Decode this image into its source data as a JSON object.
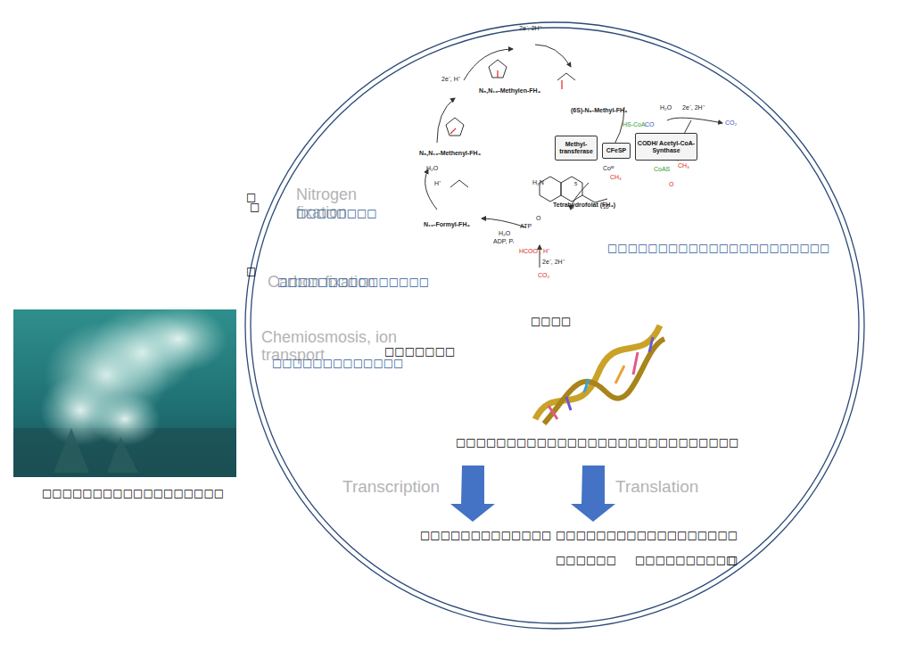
{
  "diagram": {
    "nodes": [
      {
        "text": [
          "Methyl- transferase"
        ]
      },
      {
        "text": [
          "CFeSP"
        ]
      },
      {
        "text": [
          "CODH/ Acetyl-CoA- Synthase"
        ]
      }
    ],
    "labels": [
      "□",
      "□",
      "Nitrogen fixation",
      "□□□□□□□□",
      "□",
      "Carbon fixation",
      "□□□□□□□□□□□□□□□",
      "Chemiosmosis, ion transport",
      "□□□□□□□□□□□□□",
      "□□□□□□□",
      "□□□□□□□□□□□□□□□□□□□□□□",
      "□□□□",
      "□□□□□□□□□□□□□□□□□□□□□□□□□□□□",
      "Transcription",
      "Translation",
      "□□□□□□□□□□□□□",
      "□□□□□□□□□□□□□□□□□□",
      "□□□□□□",
      "□□□□□□□□□□",
      "□",
      "□□□□□□□□□□□□□□□□□□",
      "2e⁻, 2H⁺",
      "2e⁻, H⁺",
      "N₅,N₁₀-Methylen-FH₄",
      "(6S)-N₅-Methyl-FH₄",
      "H₂O",
      "2e⁻, 2H⁺",
      "HS-CoA",
      "CO",
      "CO₂",
      "Coᴵ",
      "N₅,N₁₀-Methenyl-FH₄",
      "H₂O",
      "Coᴵᴵᴵ",
      "CH₃",
      "H⁺",
      "CoAS",
      "CH₃",
      "O",
      "N₁₀-Formyl-FH₄",
      "H₂O",
      "ADP, Pᵢ",
      "ATP",
      "HCOO⁻, H⁺",
      "2e⁻, 2H⁺",
      "CO₂",
      "Tetrahydrofolat (FH₄)",
      "H₂N",
      "O",
      "5",
      "10"
    ]
  }
}
